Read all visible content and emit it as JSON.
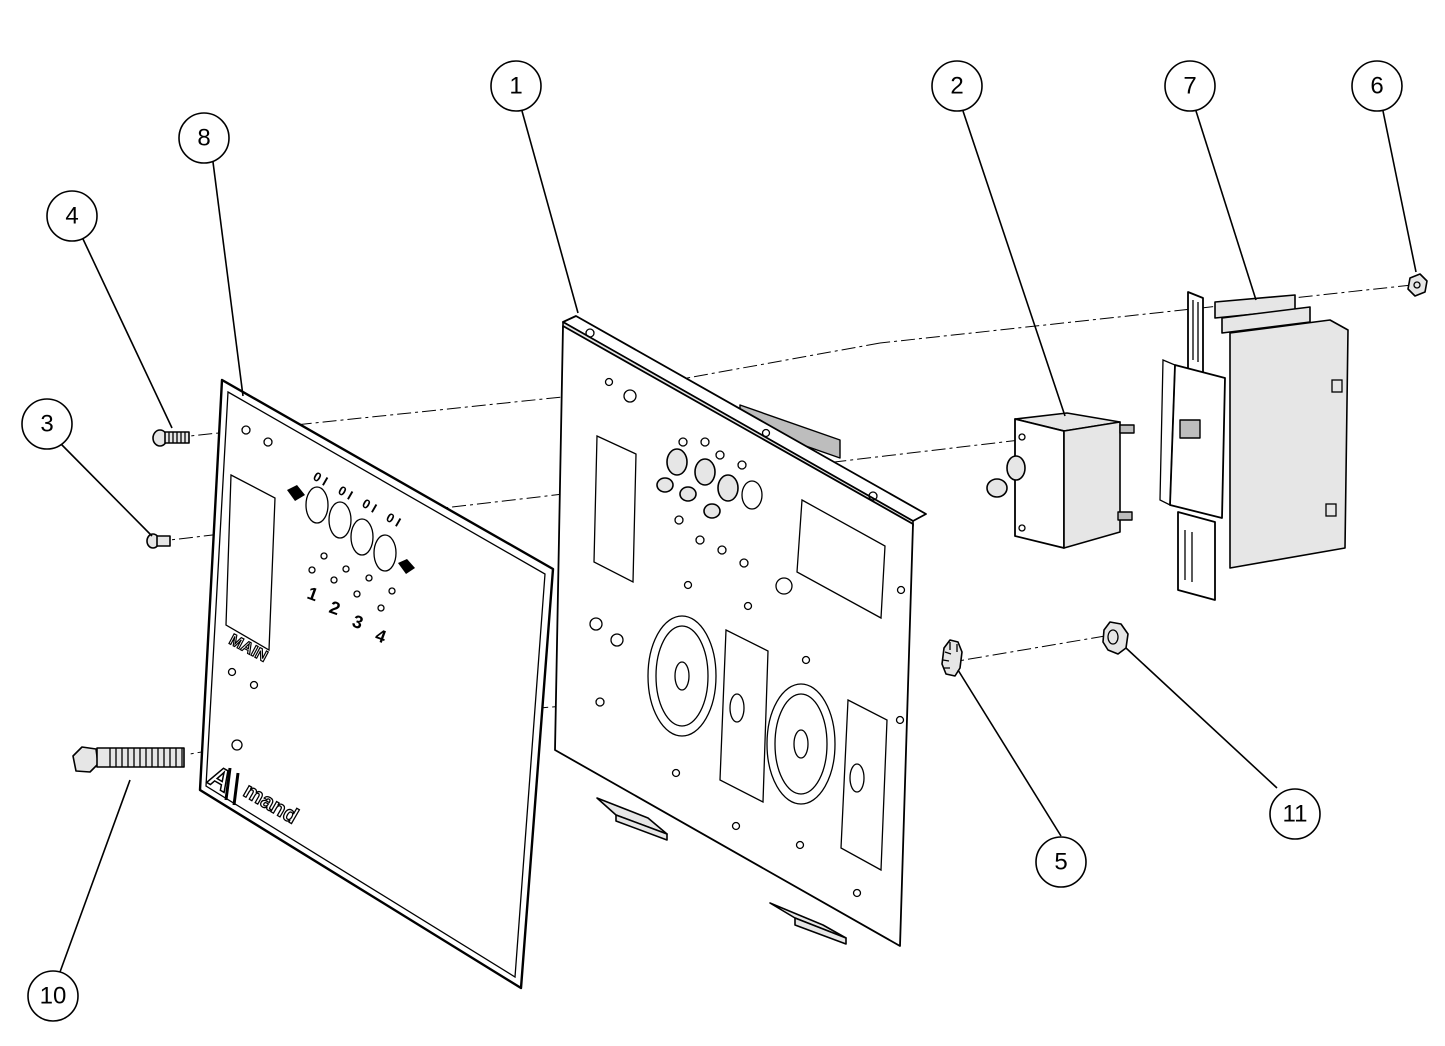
{
  "callouts": [
    {
      "id": "1",
      "label": "1"
    },
    {
      "id": "2",
      "label": "2"
    },
    {
      "id": "3",
      "label": "3"
    },
    {
      "id": "4",
      "label": "4"
    },
    {
      "id": "5",
      "label": "5"
    },
    {
      "id": "6",
      "label": "6"
    },
    {
      "id": "7",
      "label": "7"
    },
    {
      "id": "8",
      "label": "8"
    },
    {
      "id": "10",
      "label": "10"
    },
    {
      "id": "11",
      "label": "11"
    }
  ],
  "faceplate": {
    "main_label": "MAIN",
    "brand_a": "A",
    "brand_rest": "mand",
    "breaker_numbers": [
      "1",
      "2",
      "3",
      "4"
    ],
    "on_off_marks": [
      "0 I",
      "0 I",
      "0 I",
      "0 I"
    ]
  }
}
